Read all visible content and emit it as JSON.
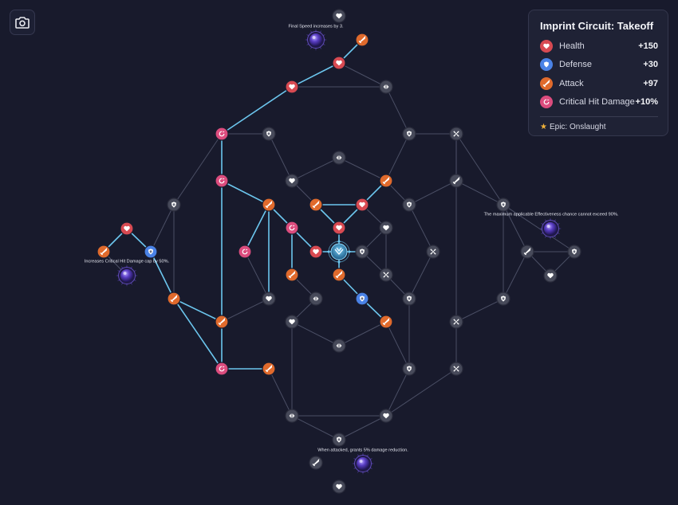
{
  "panel": {
    "title": "Imprint Circuit: Takeoff",
    "stats": [
      {
        "label": "Health",
        "value": "+150",
        "icon": "heart-icon",
        "color": "#d84a52"
      },
      {
        "label": "Defense",
        "value": "+30",
        "icon": "shield-icon",
        "color": "#4a82e6"
      },
      {
        "label": "Attack",
        "value": "+97",
        "icon": "sword-icon",
        "color": "#e06a2c"
      },
      {
        "label": "Critical Hit Damage",
        "value": "+10%",
        "icon": "crit-icon",
        "color": "#dc4c7e"
      }
    ],
    "set_bonus": "Epic: Onslaught"
  },
  "annotations": {
    "top": "Final Speed increases by 3.",
    "left": "Increases Critical Hit Damage cap by 50%.",
    "right": "The maximum applicable Effectiveness chance cannot exceed 90%.",
    "bottom": "When attacked, grants 5% damage reduction."
  },
  "colors": {
    "background": "#181a2c",
    "inactive_line": "#50546a",
    "active_line": "#6cc6ee",
    "inactive_node": "#474a5a",
    "core": "#3d89b8"
  }
}
